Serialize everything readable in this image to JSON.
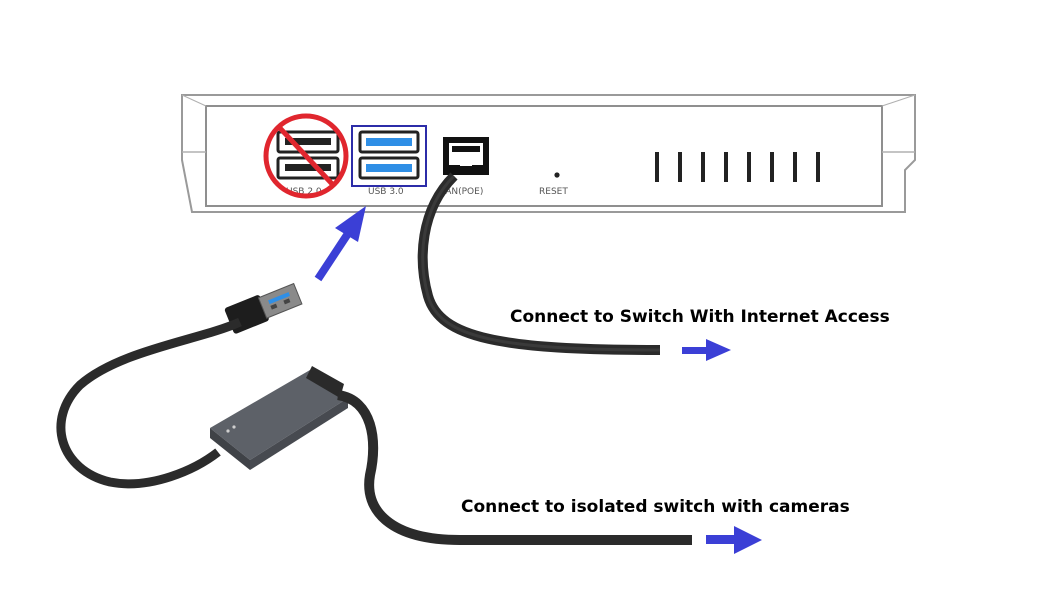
{
  "device": {
    "port_labels": {
      "usb2": "USB 2.0",
      "usb3": "USB 3.0",
      "lan": "LAN(POE)",
      "reset": "RESET"
    },
    "usb2_status": "not to be used (crossed out)",
    "usb3_status": "highlighted"
  },
  "captions": {
    "internet": "Connect to Switch With Internet Access",
    "cameras": "Connect to isolated switch with cameras"
  },
  "colors": {
    "arrow": "#3b3fd6",
    "prohibited": "#e0262e",
    "highlight_box": "#2c2ca8",
    "usb3_port": "#2f8fe6",
    "cable": "#2b2b2b",
    "adapter": "#5d6168"
  },
  "icons": {
    "usb_arrow": "arrow-icon",
    "internet_arrow": "arrow-right-icon",
    "cameras_arrow": "arrow-right-icon",
    "no_usb2": "prohibited-icon"
  }
}
